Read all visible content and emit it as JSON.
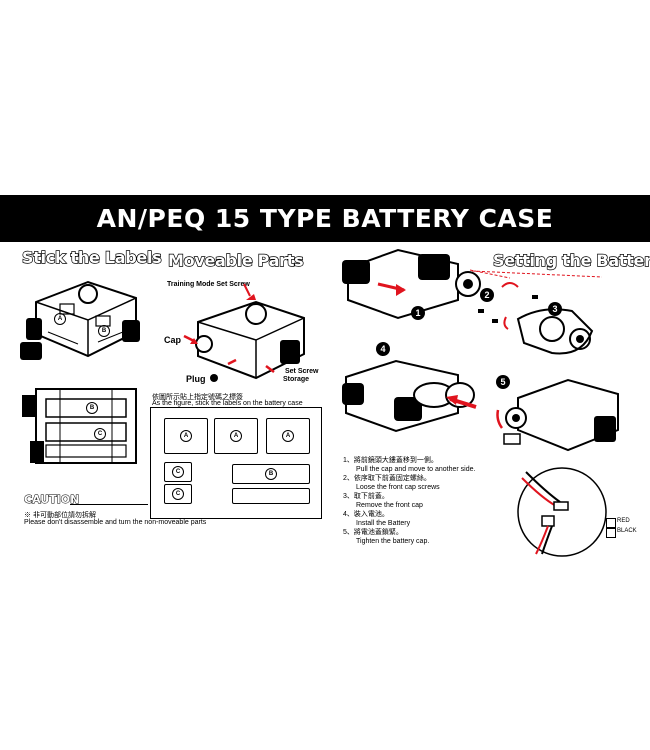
{
  "title": "AN/PEQ 15 TYPE BATTERY CASE",
  "sections": {
    "stick": "Stick the Labels",
    "moveable": "Moveable Parts",
    "setting": "Setting the Battery"
  },
  "moveable_labels": {
    "training": "Training Mode Set Screw",
    "cap": "Cap",
    "plug": "Plug",
    "set_screw": "Set Screw",
    "storage": "Storage"
  },
  "label_instructions": {
    "zh": "依圖所示貼上指定號碼之標簽",
    "en": "As the figure, stick the labels on the battery case"
  },
  "label_letters": {
    "a": "A",
    "b": "B",
    "c": "C"
  },
  "caution": {
    "title": "CAUTION",
    "zh": "※ 非可動部位請勿拆解",
    "en": "Please don't disassemble and turn the non-moveable parts"
  },
  "steps": [
    {
      "zh": "1、將前鏡頭大鏤蓋移到一側。",
      "en": "Pull the cap and move to another side."
    },
    {
      "zh": "2、依序取下前蓋固定螺絲。",
      "en": "Loose the front cap screws"
    },
    {
      "zh": "3、取下前蓋。",
      "en": "Remove the front cap"
    },
    {
      "zh": "4、裝入電池。",
      "en": "Install the Battery"
    },
    {
      "zh": "5、將電池蓋鎖緊。",
      "en": "Tighten the battery cap."
    }
  ],
  "step_numbers": [
    "1",
    "2",
    "3",
    "4",
    "5"
  ],
  "wire_legend": {
    "red": "RED",
    "black": "BLACK"
  },
  "colors": {
    "banner": "#000000",
    "accent_red": "#e0141e",
    "ink": "#000000"
  }
}
